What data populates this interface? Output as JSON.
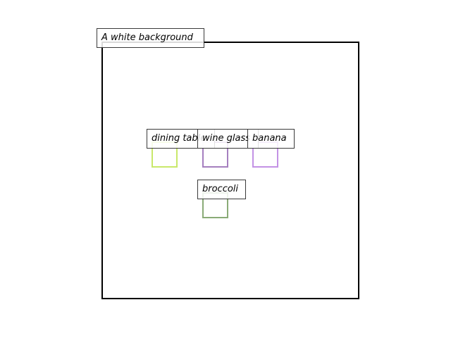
{
  "scene": {
    "caption": "A white background",
    "frame_color": "#000000"
  },
  "objects": [
    {
      "label": "dining table",
      "color": "#c9e86a"
    },
    {
      "label": "wine glass",
      "color": "#a57fbf"
    },
    {
      "label": "banana",
      "color": "#c392e5"
    },
    {
      "label": "broccoli",
      "color": "#8aab77"
    }
  ]
}
